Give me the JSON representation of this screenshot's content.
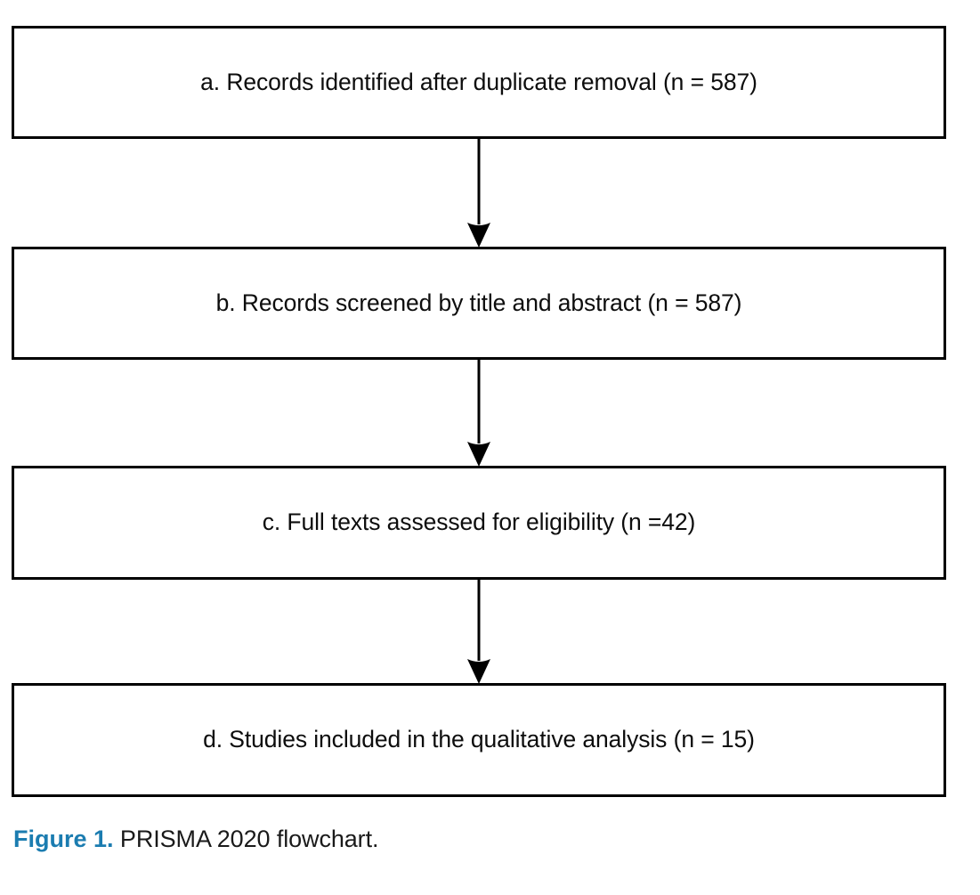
{
  "figure": {
    "caption_prefix": "Figure 1.",
    "caption_text": "PRISMA 2020 flowchart.",
    "accent_color": "#1b7cb0",
    "box_border_color": "#000000",
    "text_color": "#0d0d0d",
    "background_color": "#ffffff"
  },
  "chart_data": {
    "type": "diagram",
    "diagram_type": "flowchart",
    "title": "PRISMA 2020 flowchart",
    "orientation": "vertical",
    "nodes": [
      {
        "id": "a",
        "label": "a. Records identified after duplicate removal (n = 587)",
        "stage": "identification",
        "count": 587
      },
      {
        "id": "b",
        "label": "b. Records screened by title and abstract (n = 587)",
        "stage": "screening",
        "count": 587
      },
      {
        "id": "c",
        "label": "c. Full texts assessed for eligibility (n =42)",
        "stage": "eligibility",
        "count": 42
      },
      {
        "id": "d",
        "label": "d. Studies included in the qualitative analysis (n = 15)",
        "stage": "included",
        "count": 15
      }
    ],
    "edges": [
      {
        "from": "a",
        "to": "b",
        "style": "solid-arrow-down"
      },
      {
        "from": "b",
        "to": "c",
        "style": "solid-arrow-down"
      },
      {
        "from": "c",
        "to": "d",
        "style": "solid-arrow-down"
      }
    ]
  }
}
